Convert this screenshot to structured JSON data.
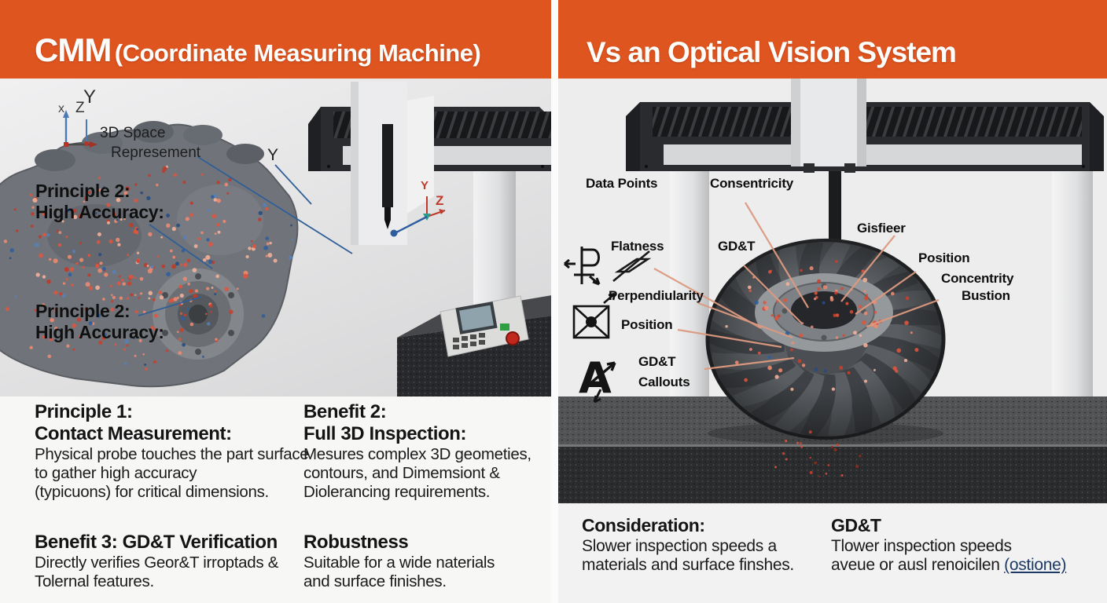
{
  "colors": {
    "header_bg": "#df5520",
    "leader_line_blue": "#2f5f96",
    "leader_line_orange": "#dd9a80",
    "link_text": "#1d3a66",
    "dot_red": "#e0543e",
    "dot_blue": "#2e5d9e"
  },
  "left": {
    "header_title": "CMM",
    "header_subtitle": "(Coordinate Measuring Machine)",
    "axis_x": "x",
    "axis_z": "Z",
    "axis_y": "Y",
    "axis_caption_l1": "3D Space",
    "axis_caption_l2": "Represement",
    "ann1_l1": "Principle 2:",
    "ann1_l2": "High Accuracy:",
    "ann2_l1": "Principle 2:",
    "ann2_l2": "High Accuracy:",
    "engine_y_label": "Y",
    "probe_axis_y": "Y",
    "probe_axis_z": "Z",
    "block1_t1": "Principle 1:",
    "block1_t2": "Contact Measurement:",
    "block1_b1": "Physical probe touches the part surface",
    "block1_b2": "to gather high accuracy",
    "block1_b3": "(typicuons) for critical dimensions.",
    "block2_t1": "Benefit 2:",
    "block2_t2": "Full 3D Inspection:",
    "block2_b1": "Mesures complex 3D geometies,",
    "block2_b2": "contours, and Dimemsiont &",
    "block2_b3": "Diolerancing requirements.",
    "block3_t1": "Benefit 3: GD&T Verification",
    "block3_b1": "Directly verifies Geor&T irroptads &",
    "block3_b2": "Tolernal features.",
    "block4_t1": "Robustness",
    "block4_b1": "Suitable for a wide naterials",
    "block4_b2": "and surface finishes."
  },
  "right": {
    "header_title": "Vs an Optical Vision System",
    "label_data_points": "Data Points",
    "label_consentricity": "Consentricity",
    "label_flatness": "Flatness",
    "label_gdt": "GD&T",
    "label_gisfieer": "Gisfieer",
    "label_position_right": "Position",
    "label_concentrity": "Concentrity",
    "label_bustion": "Bustion",
    "label_perpendiularity": "Perpendiularity",
    "label_position_left": "Position",
    "label_callouts_l1": "GD&T",
    "label_callouts_l2": "Callouts",
    "block1_t": "Consideration:",
    "block1_b1": "Slower inspection speeds a",
    "block1_b2": "materials and surface finshes.",
    "block2_t": "GD&T",
    "block2_b1": "Tlower inspection speeds",
    "block2_b2": "aveue or ausl renoicilen",
    "block2_link": "(ostione)"
  }
}
